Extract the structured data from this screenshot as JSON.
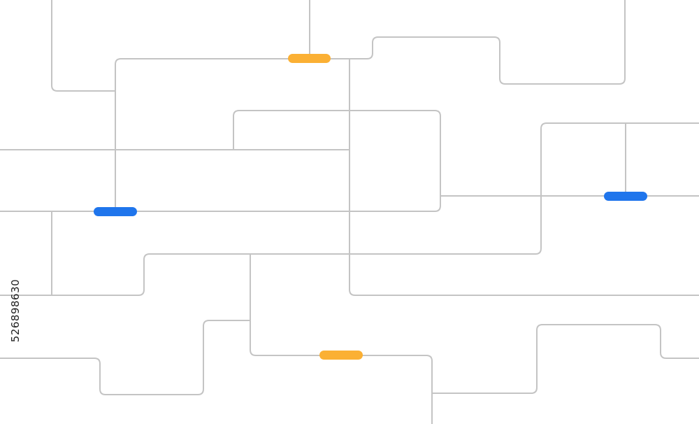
{
  "colors": {
    "background": "#ffffff",
    "line": "#c4c4c4",
    "marker_yellow": "#fbb034",
    "marker_blue": "#1f75ec",
    "id_text": "#222222"
  },
  "stock_id": "526898630",
  "markers": [
    {
      "name": "marker-yellow-top",
      "color_key": "marker_yellow"
    },
    {
      "name": "marker-blue-left",
      "color_key": "marker_blue"
    },
    {
      "name": "marker-blue-right",
      "color_key": "marker_blue"
    },
    {
      "name": "marker-yellow-bottom",
      "color_key": "marker_yellow"
    }
  ]
}
